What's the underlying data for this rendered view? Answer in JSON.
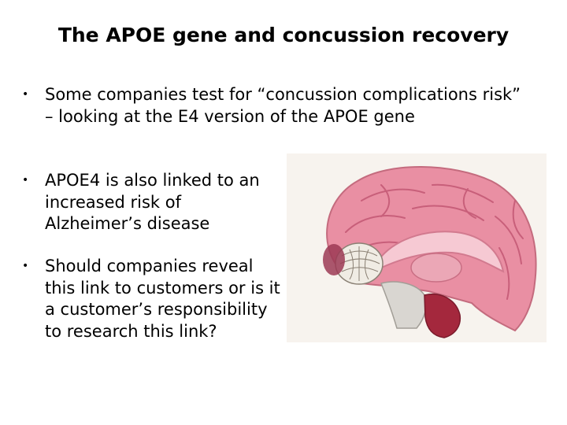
{
  "slide": {
    "title": "The APOE gene and concussion recovery",
    "bullets": [
      {
        "marker": "•",
        "text": "Some companies test for “concussion complications risk” – looking at the E4 version of the APOE gene"
      },
      {
        "marker": "•",
        "text": "APOE4 is also linked to an increased risk of Alzheimer’s disease"
      },
      {
        "marker": "•",
        "text": "Should companies reveal this link to customers or is it a customer’s responsibility to research this link?"
      }
    ]
  },
  "illustration": {
    "icon": "brain-sagittal-section-icon"
  }
}
